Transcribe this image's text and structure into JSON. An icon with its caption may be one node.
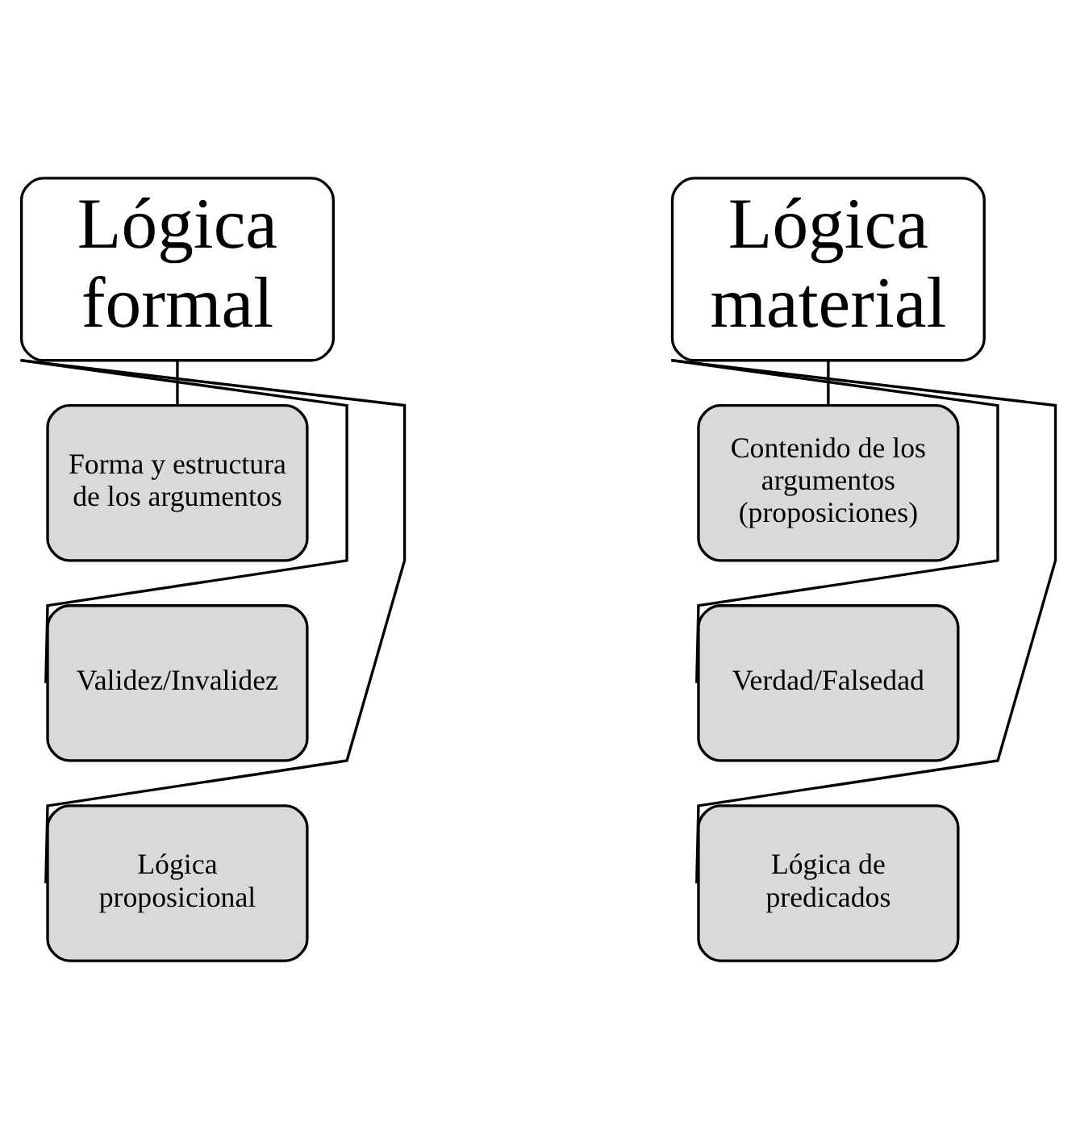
{
  "diagram": {
    "nodes": [
      {
        "text": [
          "Lógica formal"
        ]
      },
      {
        "text": [
          "Forma y estructura de los argumentos"
        ]
      },
      {
        "text": [
          "Validez/Invalidez"
        ]
      },
      {
        "text": [
          "Lógica proposicional"
        ]
      },
      {
        "text": [
          "Lógica material"
        ]
      },
      {
        "text": [
          "Contenido de los argumentos (proposiciones)"
        ]
      },
      {
        "text": [
          "Verdad/Falsedad"
        ]
      },
      {
        "text": [
          "Lógica de predicados"
        ]
      }
    ],
    "edges": [
      {
        "from": 0,
        "to": 1,
        "arrow": "none"
      },
      {
        "from": 0,
        "to": 2,
        "arrow": "none"
      },
      {
        "from": 0,
        "to": 3,
        "arrow": "none"
      },
      {
        "from": 4,
        "to": 5,
        "arrow": "none"
      },
      {
        "from": 4,
        "to": 6,
        "arrow": "none"
      },
      {
        "from": 4,
        "to": 7,
        "arrow": "none"
      }
    ]
  }
}
